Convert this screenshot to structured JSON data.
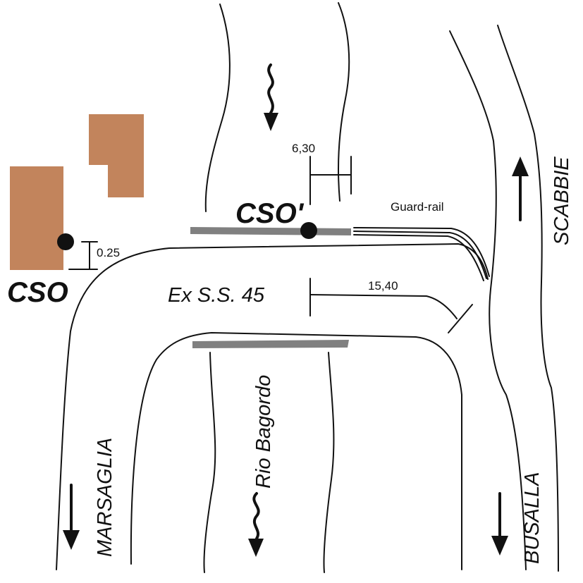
{
  "labels": {
    "cso": "CSO",
    "cso_prime": "CSO'",
    "guard_rail": "Guard-rail",
    "road": "Ex S.S. 45",
    "river": "Rio Bagordo",
    "marsaglia": "MARSAGLIA",
    "scabbie": "SCABBIE",
    "busalla": "BUSALLA"
  },
  "measures": {
    "river_width": "6,30",
    "road_width": "15,40",
    "cso_offset": "0.25"
  },
  "colors": {
    "building": "#c2845c",
    "guard_rail": "#808080",
    "outline": "#111111",
    "point": "#111111"
  },
  "icons": {
    "flow_arrows": [
      "wavy-arrow-down-icon",
      "wavy-arrow-down-icon"
    ],
    "direction_arrows": [
      "arrow-up-icon",
      "arrow-down-icon",
      "arrow-down-icon"
    ]
  }
}
